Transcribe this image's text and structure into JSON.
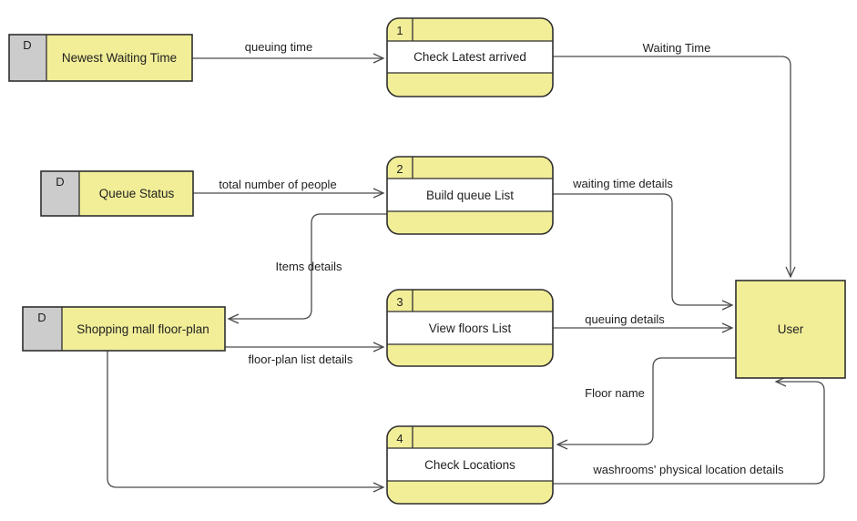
{
  "diagram_type": "data-flow-diagram",
  "colors": {
    "shape_fill": "#F2EE98",
    "datastore_tab_fill": "#CCCCCC",
    "process_body_fill": "#FFFFFF",
    "shape_border": "#2F2F2F",
    "flow_line": "#4A4A4A",
    "text": "#1F1F1F",
    "background": "#FFFFFF"
  },
  "datastores": [
    {
      "tag": "D",
      "label": "Newest Waiting Time"
    },
    {
      "tag": "D",
      "label": "Queue Status"
    },
    {
      "tag": "D",
      "label": "Shopping mall floor-plan"
    }
  ],
  "processes": [
    {
      "number": "1",
      "label": "Check Latest arrived"
    },
    {
      "number": "2",
      "label": "Build queue List"
    },
    {
      "number": "3",
      "label": "View floors List"
    },
    {
      "number": "4",
      "label": "Check Locations"
    }
  ],
  "external_entities": [
    {
      "label": "User"
    }
  ],
  "flows": [
    {
      "label": "queuing time",
      "from": "Newest Waiting Time",
      "to": "Check Latest arrived"
    },
    {
      "label": "Waiting Time",
      "from": "Check Latest arrived",
      "to": "User"
    },
    {
      "label": "total number of people",
      "from": "Queue Status",
      "to": "Build queue List"
    },
    {
      "label": "waiting time details",
      "from": "Build queue List",
      "to": "User"
    },
    {
      "label": "Items details",
      "from": "Build queue List",
      "to": "Shopping mall floor-plan"
    },
    {
      "label": "queuing details",
      "from": "View floors List",
      "to": "User"
    },
    {
      "label": "floor-plan list details",
      "from": "Shopping mall floor-plan",
      "to": "View floors List"
    },
    {
      "label": "Floor name",
      "from": "User",
      "to": "Check Locations"
    },
    {
      "label": "washrooms' physical location details",
      "from": "Check Locations",
      "to": "User"
    },
    {
      "label": "",
      "from": "Shopping mall floor-plan",
      "to": "Check Locations"
    }
  ]
}
